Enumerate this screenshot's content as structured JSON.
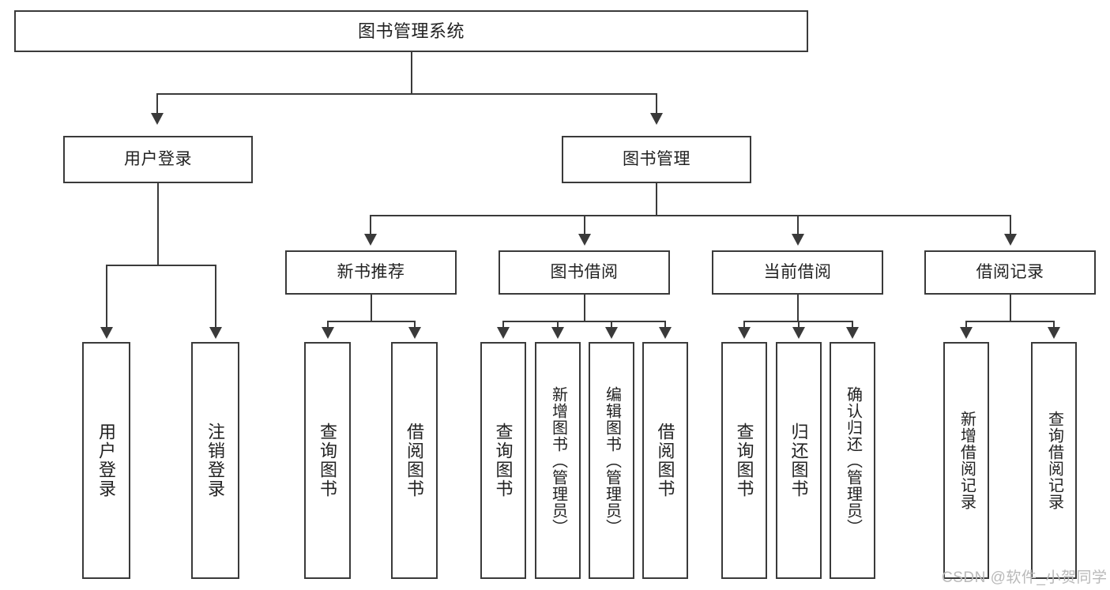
{
  "diagram": {
    "title": "图书管理系统",
    "type": "tree-hierarchy",
    "root": {
      "label": "图书管理系统"
    },
    "level1": [
      {
        "label": "用户登录"
      },
      {
        "label": "图书管理"
      }
    ],
    "level2": [
      {
        "label": "新书推荐"
      },
      {
        "label": "图书借阅"
      },
      {
        "label": "当前借阅"
      },
      {
        "label": "借阅记录"
      }
    ],
    "leaves": {
      "user_login": [
        {
          "label": "用户登录"
        },
        {
          "label": "注销登录"
        }
      ],
      "new_book_recommend": [
        {
          "label": "查询图书"
        },
        {
          "label": "借阅图书"
        }
      ],
      "book_borrow": [
        {
          "label": "查询图书"
        },
        {
          "label": "新增图书（管理员）"
        },
        {
          "label": "编辑图书（管理员）"
        },
        {
          "label": "借阅图书"
        }
      ],
      "current_borrow": [
        {
          "label": "查询图书"
        },
        {
          "label": "归还图书"
        },
        {
          "label": "确认归还（管理员）"
        }
      ],
      "borrow_records": [
        {
          "label": "新增借阅记录"
        },
        {
          "label": "查询借阅记录"
        }
      ]
    }
  },
  "watermark": {
    "text": "CSDN @软件_小贺同学"
  },
  "colors": {
    "stroke": "#3a3a3a",
    "background": "#ffffff",
    "text": "#222222",
    "watermark": "#b9b9b9"
  }
}
